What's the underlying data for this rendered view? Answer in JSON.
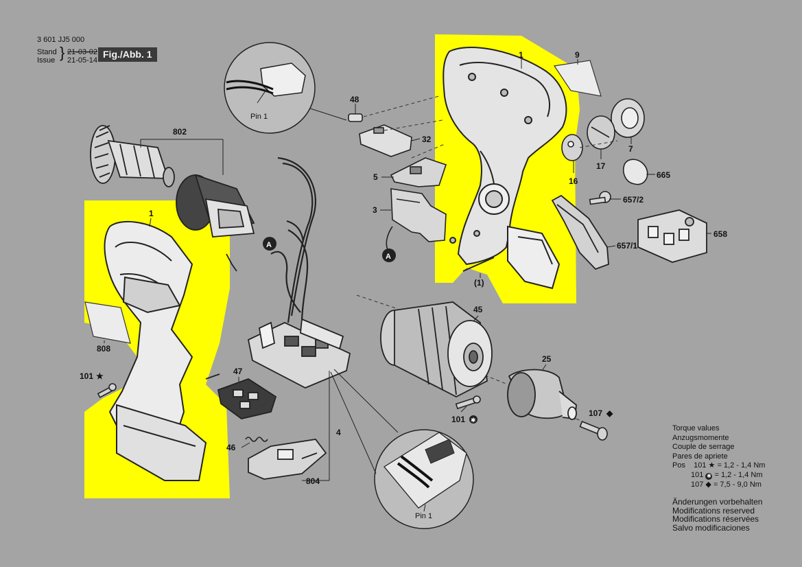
{
  "header": {
    "part_number": "3 601 JJ5 000",
    "stand_label": "Stand",
    "issue_label": "Issue",
    "stand_date": "21-03-02",
    "issue_date": "21-05-14",
    "figure_label": "Fig./Abb. 1"
  },
  "callouts": {
    "c1_right": "1",
    "c9": "9",
    "c48": "48",
    "c32": "32",
    "c5": "5",
    "c3": "3",
    "c7": "7",
    "c17": "17",
    "c16": "16",
    "c665": "665",
    "c657_2": "657/2",
    "c657_1": "657/1",
    "c658": "658",
    "c1_paren": "(1)",
    "c802": "802",
    "c1_left": "1",
    "c808": "808",
    "c101_star": "101",
    "c47": "47",
    "c46": "46",
    "c4": "4",
    "c804": "804",
    "c45": "45",
    "c25": "25",
    "c101_gear": "101",
    "c107": "107",
    "connector_a": "A",
    "pin1_top": "Pin 1",
    "pin1_bottom": "Pin 1"
  },
  "torque": {
    "title_en": "Torque values",
    "title_de": "Anzugsmomente",
    "title_fr": "Couple de serrage",
    "title_es": "Pares de apriete",
    "pos_label": "Pos",
    "rows": [
      {
        "pos": "101",
        "symbol": "star",
        "value": "= 1,2 - 1,4 Nm"
      },
      {
        "pos": "101",
        "symbol": "gear",
        "value": "= 1,2 - 1,4 Nm"
      },
      {
        "pos": "107",
        "symbol": "diamond",
        "value": "= 7,5 - 9,0 Nm"
      }
    ]
  },
  "notice": {
    "de": "Änderungen vorbehalten",
    "en": "Modifications reserved",
    "fr": "Modifications réservées",
    "es": "Salvo modificaciones"
  },
  "colors": {
    "background": "#a4a4a4",
    "highlight": "#ffff00",
    "parts_light": "#e6e6e6",
    "parts_dark": "#333333"
  }
}
